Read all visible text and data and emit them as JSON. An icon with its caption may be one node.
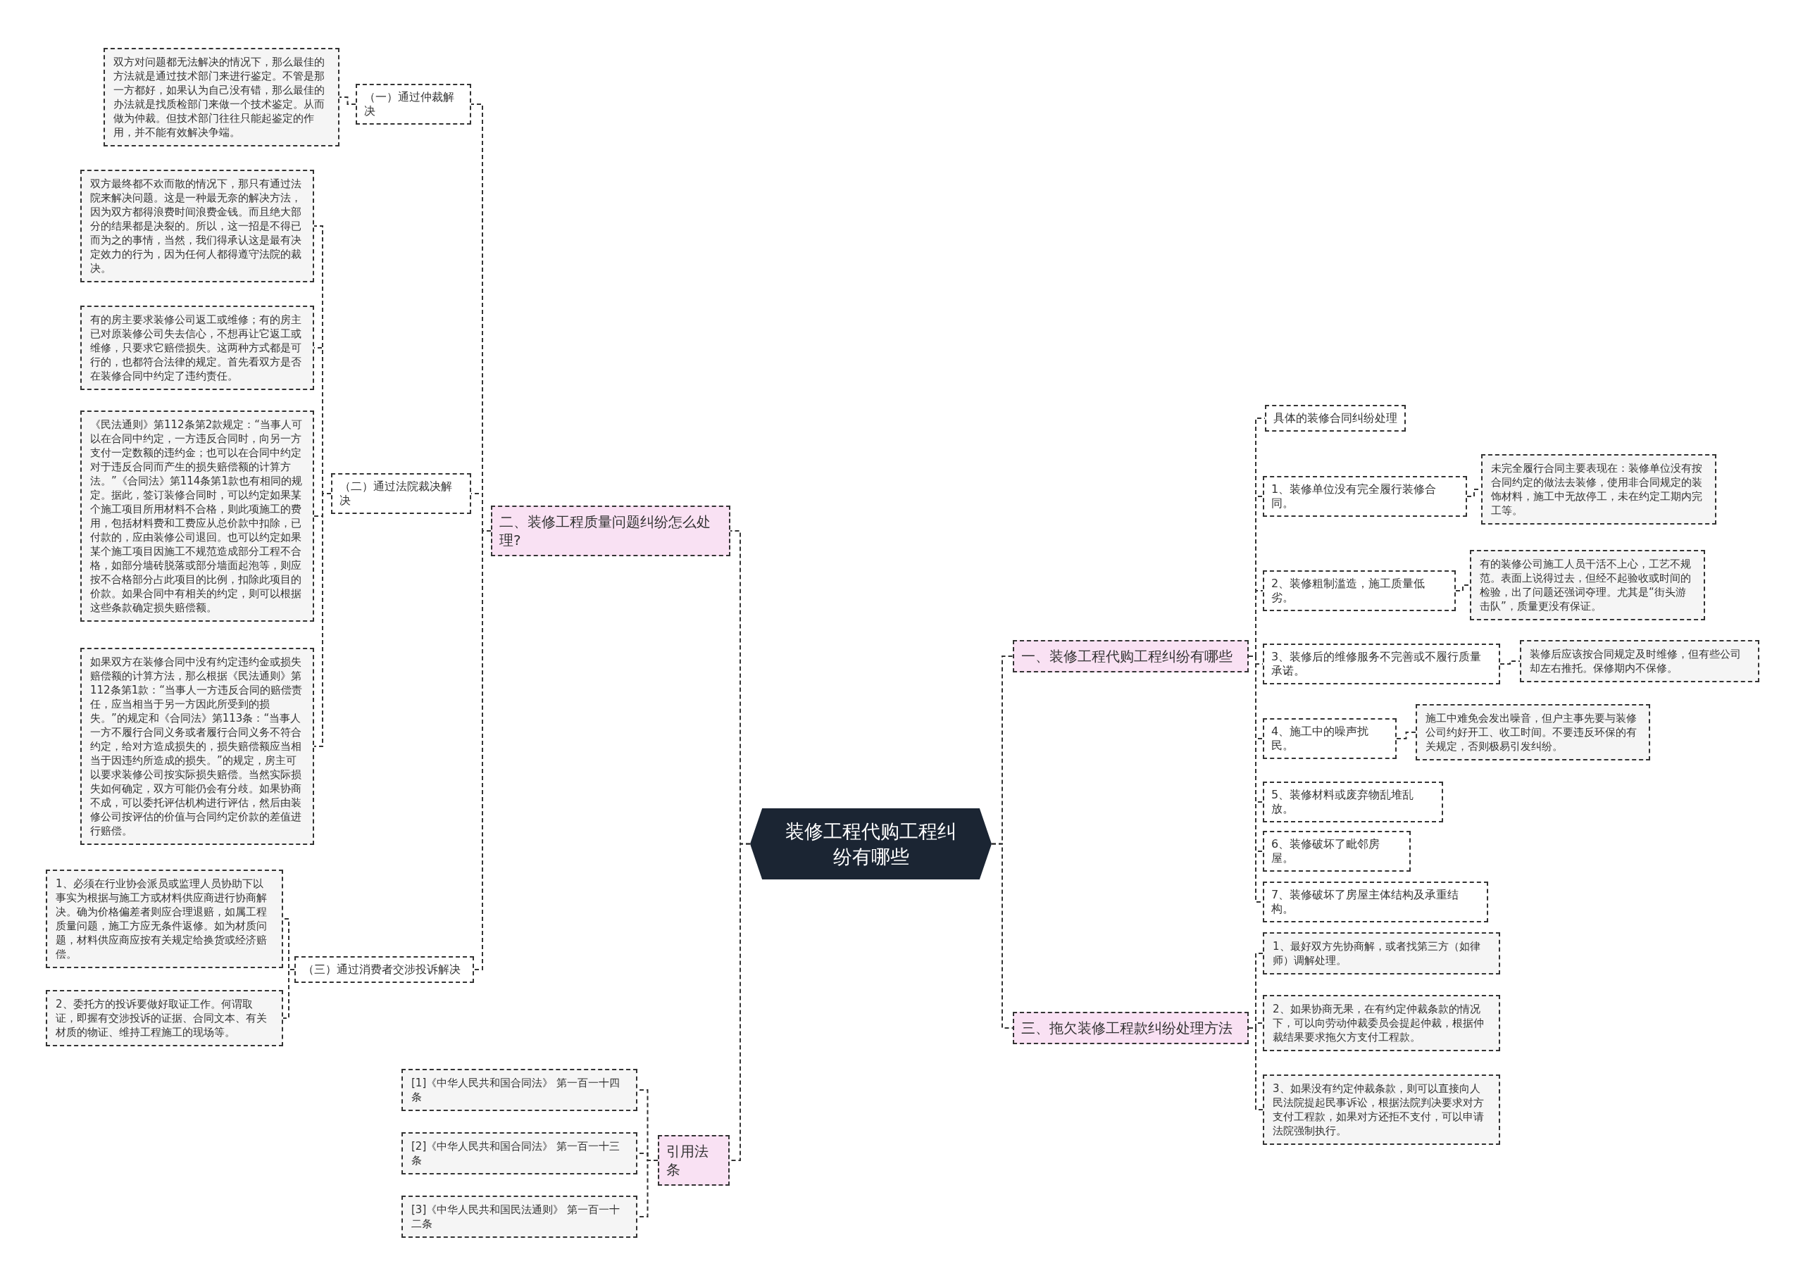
{
  "diagram": {
    "nodes": [
      {
        "text": [
          "装修工程代购工程纠纷有哪些"
        ]
      },
      {
        "text": [
          "二、装修工程质量问题纠纷怎么处理?"
        ]
      },
      {
        "text": [
          "（一）通过仲裁解决"
        ]
      },
      {
        "text": [
          "双方对问题都无法解决的情况下，那么最佳的方法就是通过技术部门来进行鉴定。不管是那一方都好，如果认为自己没有错，那么最佳的办法就是找质检部门来做一个技术鉴定。从而做为仲裁。但技术部门往往只能起鉴定的作用，并不能有效解决争端。"
        ]
      },
      {
        "text": [
          "（二）通过法院裁决解决"
        ]
      },
      {
        "text": [
          "双方最终都不欢而散的情况下，那只有通过法院来解决问题。这是一种最无奈的解决方法，因为双方都得浪费时间浪费金钱。而且绝大部分的结果都是决裂的。所以，这一招是不得已而为之的事情，当然，我们得承认这是最有决定效力的行为，因为任何人都得遵守法院的裁决。"
        ]
      },
      {
        "text": [
          "有的房主要求装修公司返工或维修；有的房主已对原装修公司失去信心，不想再让它返工或维修，只要求它赔偿损失。这两种方式都是可行的，也都符合法律的规定。首先看双方是否在装修合同中约定了违约责任。"
        ]
      },
      {
        "text": [
          "《民法通则》第112条第2款规定：“当事人可以在合同中约定，一方违反合同时，向另一方支付一定数额的违约金；也可以在合同中约定对于违反合同而产生的损失赔偿额的计算方法。”《合同法》第114条第1款也有相同的规定。据此，签订装修合同时，可以约定如果某个施工项目所用材料不合格，则此项施工的费用，包括材料费和工费应从总价款中扣除，已付款的，应由装修公司退回。也可以约定如果某个施工项目因施工不规范造成部分工程不合格，如部分墙砖脱落或部分墙面起泡等，则应按不合格部分占此项目的比例，扣除此项目的价款。如果合同中有相关的约定，则可以根据这些条款确定损失赔偿额。"
        ]
      },
      {
        "text": [
          "如果双方在装修合同中没有约定违约金或损失赔偿额的计算方法，那么根据《民法通则》第112条第1款：“当事人一方违反合同的赔偿责任，应当相当于另一方因此所受到的损失。”的规定和《合同法》第113条：“当事人一方不履行合同义务或者履行合同义务不符合约定，给对方造成损失的，损失赔偿额应当相当于因违约所造成的损失。”的规定，房主可以要求装修公司按实际损失赔偿。当然实际损失如何确定，双方可能仍会有分歧。如果协商不成，可以委托评估机构进行评估，然后由装修公司按评估的价值与合同约定价款的差值进行赔偿。"
        ]
      },
      {
        "text": [
          "（三）通过消费者交涉投诉解决"
        ]
      },
      {
        "text": [
          "1、必须在行业协会派员或监理人员协助下以事实为根据与施工方或材料供应商进行协商解决。确为价格偏差者则应合理退赔，如属工程质量问题，施工方应无条件返修。如为材质问题，材料供应商应按有关规定给换货或经济赔偿。"
        ]
      },
      {
        "text": [
          "2、委托方的投诉要做好取证工作。何谓取证，即握有交涉投诉的证据、合同文本、有关材质的物证、维持工程施工的现场等。"
        ]
      },
      {
        "text": [
          "引用法条"
        ]
      },
      {
        "text": [
          "[1]《中华人民共和国合同法》 第一百一十四条"
        ]
      },
      {
        "text": [
          "[2]《中华人民共和国合同法》 第一百一十三条"
        ]
      },
      {
        "text": [
          "[3]《中华人民共和国民法通则》 第一百一十二条"
        ]
      },
      {
        "text": [
          "一、装修工程代购工程纠纷有哪些"
        ]
      },
      {
        "text": [
          "具体的装修合同纠纷处理"
        ]
      },
      {
        "text": [
          "1、装修单位没有完全履行装修合同。"
        ]
      },
      {
        "text": [
          "未完全履行合同主要表现在：装修单位没有按合同约定的做法去装修，使用非合同规定的装饰材料，施工中无故停工，未在约定工期内完工等。"
        ]
      },
      {
        "text": [
          "2、装修粗制滥造，施工质量低劣。"
        ]
      },
      {
        "text": [
          "有的装修公司施工人员干活不上心，工艺不规范。表面上说得过去，但经不起验收或时间的检验，出了问题还强词夺理。尤其是“街头游击队”，质量更没有保证。"
        ]
      },
      {
        "text": [
          "3、装修后的维修服务不完善或不履行质量承诺。"
        ]
      },
      {
        "text": [
          "装修后应该按合同规定及时维修，但有些公司却左右推托。保修期内不保修。"
        ]
      },
      {
        "text": [
          "4、施工中的噪声扰民。"
        ]
      },
      {
        "text": [
          "施工中难免会发出噪音，但户主事先要与装修公司约好开工、收工时间。不要违反环保的有关规定，否则极易引发纠纷。"
        ]
      },
      {
        "text": [
          "5、装修材料或废弃物乱堆乱放。"
        ]
      },
      {
        "text": [
          "6、装修破坏了毗邻房屋。"
        ]
      },
      {
        "text": [
          "7、装修破坏了房屋主体结构及承重结构。"
        ]
      },
      {
        "text": [
          "三、拖欠装修工程款纠纷处理方法"
        ]
      },
      {
        "text": [
          "1、最好双方先协商解，或者找第三方（如律师）调解处理。"
        ]
      },
      {
        "text": [
          "2、如果协商无果，在有约定仲裁条款的情况下，可以向劳动仲裁委员会提起仲裁，根据仲裁结果要求拖欠方支付工程款。"
        ]
      },
      {
        "text": [
          "3、如果没有约定仲裁条款，则可以直接向人民法院提起民事诉讼，根据法院判决要求对方支付工程款，如果对方还拒不支付，可以申请法院强制执行。"
        ]
      }
    ],
    "edges": [
      {
        "from": 0,
        "to": 1,
        "arrow": "none"
      },
      {
        "from": 0,
        "to": 12,
        "arrow": "none"
      },
      {
        "from": 0,
        "to": 16,
        "arrow": "none"
      },
      {
        "from": 0,
        "to": 29,
        "arrow": "none"
      },
      {
        "from": 1,
        "to": 2,
        "arrow": "none"
      },
      {
        "from": 1,
        "to": 4,
        "arrow": "none"
      },
      {
        "from": 1,
        "to": 9,
        "arrow": "none"
      },
      {
        "from": 2,
        "to": 3,
        "arrow": "none"
      },
      {
        "from": 4,
        "to": 5,
        "arrow": "none"
      },
      {
        "from": 4,
        "to": 6,
        "arrow": "none"
      },
      {
        "from": 4,
        "to": 7,
        "arrow": "none"
      },
      {
        "from": 4,
        "to": 8,
        "arrow": "none"
      },
      {
        "from": 9,
        "to": 10,
        "arrow": "none"
      },
      {
        "from": 9,
        "to": 11,
        "arrow": "none"
      },
      {
        "from": 12,
        "to": 13,
        "arrow": "none"
      },
      {
        "from": 12,
        "to": 14,
        "arrow": "none"
      },
      {
        "from": 12,
        "to": 15,
        "arrow": "none"
      },
      {
        "from": 16,
        "to": 17,
        "arrow": "none"
      },
      {
        "from": 16,
        "to": 18,
        "arrow": "none"
      },
      {
        "from": 16,
        "to": 20,
        "arrow": "none"
      },
      {
        "from": 16,
        "to": 22,
        "arrow": "none"
      },
      {
        "from": 16,
        "to": 24,
        "arrow": "none"
      },
      {
        "from": 16,
        "to": 26,
        "arrow": "none"
      },
      {
        "from": 16,
        "to": 27,
        "arrow": "none"
      },
      {
        "from": 16,
        "to": 28,
        "arrow": "none"
      },
      {
        "from": 18,
        "to": 19,
        "arrow": "none"
      },
      {
        "from": 20,
        "to": 21,
        "arrow": "none"
      },
      {
        "from": 22,
        "to": 23,
        "arrow": "none"
      },
      {
        "from": 24,
        "to": 25,
        "arrow": "none"
      },
      {
        "from": 29,
        "to": 30,
        "arrow": "none"
      },
      {
        "from": 29,
        "to": 31,
        "arrow": "none"
      },
      {
        "from": 29,
        "to": 32,
        "arrow": "none"
      }
    ]
  }
}
